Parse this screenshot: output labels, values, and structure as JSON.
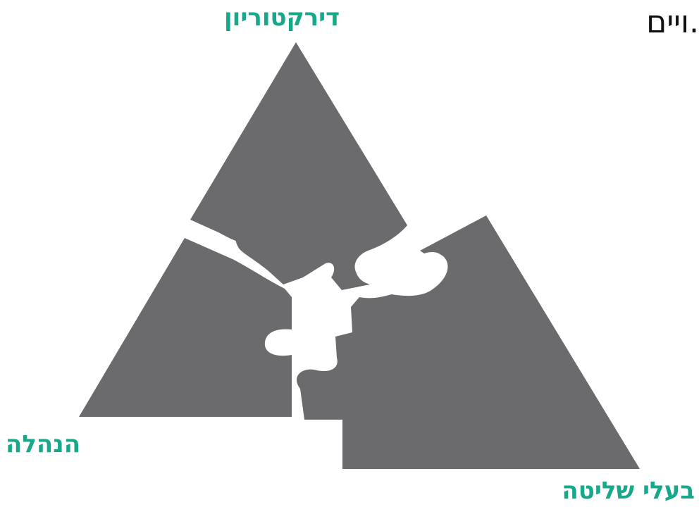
{
  "labels": {
    "top": "דירקטוריון",
    "left": "הנהלה",
    "bottom": "בעלי שליטה"
  },
  "header_fragment": ".ויים",
  "colors": {
    "label": "#17a88a",
    "piece": "#6b6b6e",
    "background": "#ffffff",
    "text": "#111111"
  },
  "icons": [
    "puzzle-piece-top",
    "puzzle-piece-left",
    "puzzle-piece-right"
  ]
}
